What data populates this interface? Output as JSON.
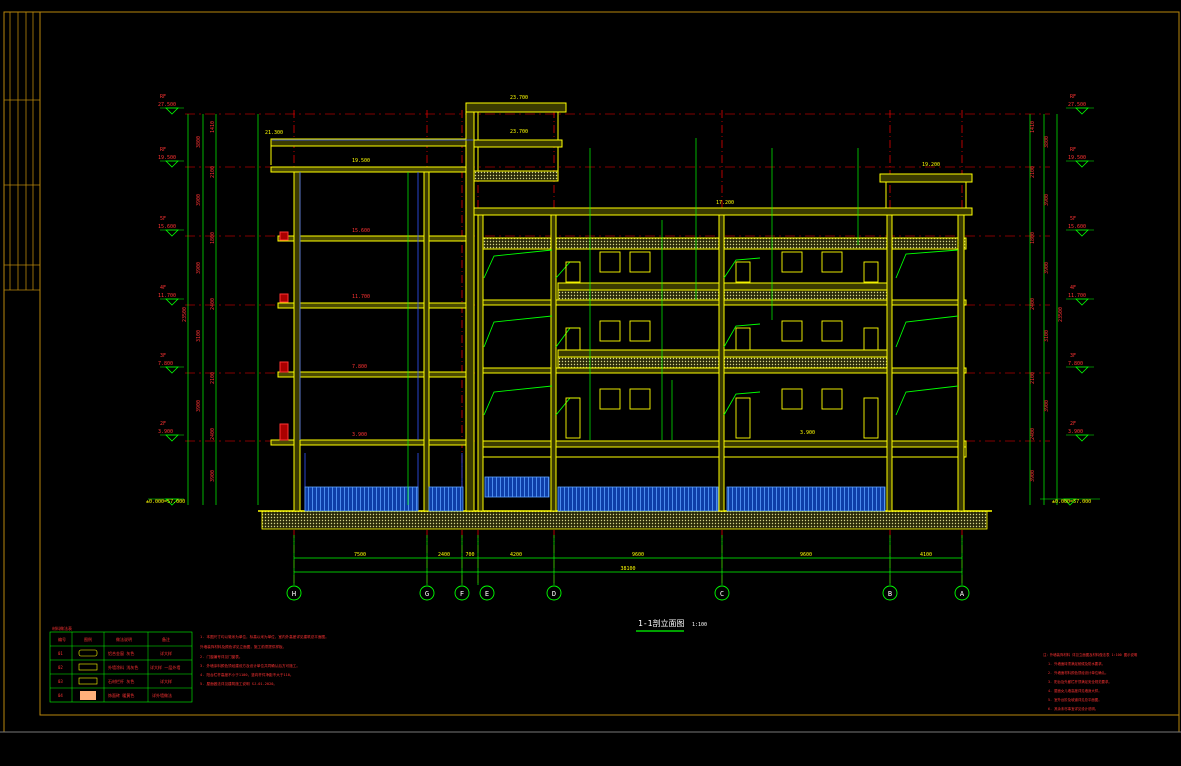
{
  "drawing": {
    "title": "1-1剖立面图",
    "scale": "1:100"
  },
  "elevations_left": [
    {
      "name": "RF",
      "value": "27.500"
    },
    {
      "name": "RF",
      "value": "19.500"
    },
    {
      "name": "5F",
      "value": "15.600"
    },
    {
      "name": "4F",
      "value": "11.700"
    },
    {
      "name": "3F",
      "value": "7.800"
    },
    {
      "name": "2F",
      "value": "3.900"
    },
    {
      "name": "",
      "value": "±0.000=57.000"
    }
  ],
  "elevations_right": [
    {
      "name": "RF",
      "value": "27.500"
    },
    {
      "name": "RF",
      "value": "19.500"
    },
    {
      "name": "5F",
      "value": "15.600"
    },
    {
      "name": "4F",
      "value": "11.700"
    },
    {
      "name": "3F",
      "value": "7.800"
    },
    {
      "name": "2F",
      "value": "3.900"
    },
    {
      "name": "",
      "value": "±0.000=57.000"
    }
  ],
  "left_vertical_dims": [
    "1410",
    "3800",
    "2100",
    "3900",
    "1800",
    "3900",
    "2400",
    "3100",
    "2100",
    "3900",
    "2400",
    "3900",
    "23500"
  ],
  "right_vertical_dims": [
    "1410",
    "3800",
    "2100",
    "3900",
    "1800",
    "3900",
    "2400",
    "3100",
    "2100",
    "3900",
    "2400",
    "3900",
    "23500"
  ],
  "top_marks": [
    "23.700",
    "23.700",
    "21.300",
    "19.500",
    "17.200",
    "19.200",
    "15.600",
    "11.700",
    "7.800",
    "3.900",
    "3.900"
  ],
  "axes": [
    "H",
    "G",
    "F",
    "E",
    "D",
    "C",
    "B",
    "A"
  ],
  "axis_spans": [
    "7500",
    "2400",
    "700",
    "4200",
    "9600",
    "9600",
    "4100"
  ],
  "axis_total": "38100",
  "legend": {
    "title": "材料做法表",
    "headers": [
      "编号",
      "图例",
      "做法说明",
      "备注"
    ],
    "rows": [
      {
        "code": "01",
        "desc": "铝合金窗 灰色",
        "note": "详大样"
      },
      {
        "code": "02",
        "desc": "外墙涂料 浅灰色",
        "note": "详大样 一层外墙"
      },
      {
        "code": "03",
        "desc": "石材栏杆 灰色",
        "note": "详大样"
      },
      {
        "code": "04",
        "desc": "饰面砖 暖黄色",
        "note": "详外墙做法"
      }
    ]
  },
  "notes_center": [
    "1. 本图尺寸均以毫米为单位，标高以米为单位，室内外高差详见建筑总平面图。",
    "   外墙装饰材料及颜色详见立面图，施工前须提供样板。",
    "2. 门窗编号详见门窗表。",
    "3. 外墙涂料颜色须经建设方及设计单位共同确认后方可施工。",
    "4. 阳台栏杆高度不小于1100，竖向杆件净距不大于110。",
    "5. 屋面做法详见建筑施工说明 SJ-01-2020。"
  ],
  "notes_right": [
    "注：外墙装饰材料 详见立面图及材料做法表 1:100 图示说明",
    "1. 外墙面砖须满足耐候及防水要求。",
    "2. 外墙面材料颜色须经设计单位确认。",
    "3. 阳台及外廊栏杆须满足安全规范要求。",
    "4. 屋面女儿墙高度详见墙身大样。",
    "5. 室外台阶及坡道详见总平面图。",
    "6. 其余未尽事宜详见设计说明。"
  ],
  "colors": {
    "background": "#000000",
    "structure": "#ffff00",
    "grid": "#ff0000",
    "dimension": "#00ff00",
    "partition": "#3355ff",
    "detail": "#00ffff",
    "frame": "#b8860b",
    "text": "#ff3333",
    "brick": "#cccc55",
    "glazing": "#1e64c8"
  }
}
